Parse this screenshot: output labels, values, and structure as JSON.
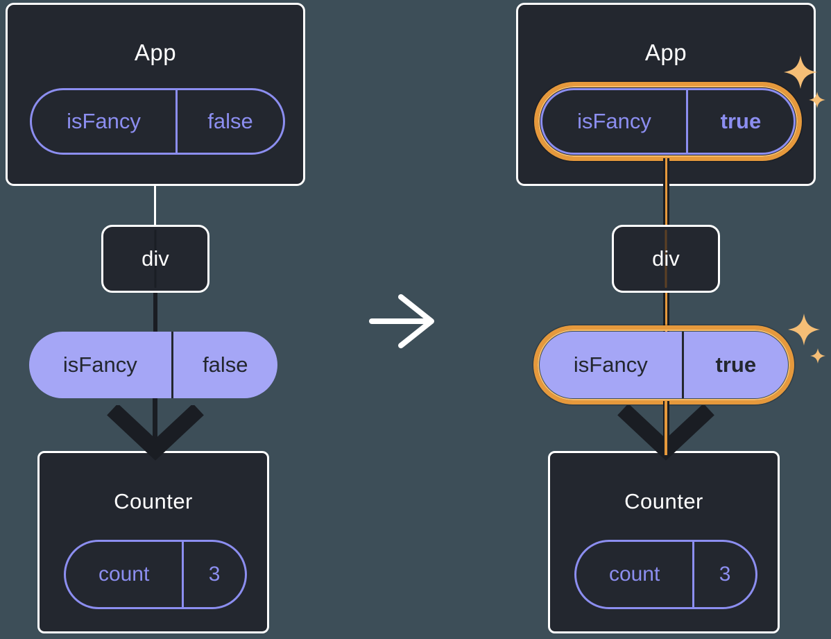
{
  "canvas": {
    "background": "#3D4E58"
  },
  "colors": {
    "bg": "#3D4E58",
    "box_fill": "#23272F",
    "box_border": "#FFFFFF",
    "purple": "#8C8EF0",
    "pill_fill": "#A5A6F6",
    "pill_dark_text": "#23272F",
    "orange": "#E6993C",
    "orange_light": "#F6BC69",
    "sparkle": "#F5BE76",
    "line_dark": "#1A1D23",
    "line_white": "#FFFFFF",
    "title_text": "#FFFFFF"
  },
  "icons": {
    "between_diagrams": "right-arrow-icon",
    "highlight": "sparkle-icon"
  },
  "left_diagram": {
    "app": {
      "title": "App",
      "state_name": "isFancy",
      "state_value": "false"
    },
    "div_node": {
      "title": "div"
    },
    "prop": {
      "name": "isFancy",
      "value": "false"
    },
    "counter": {
      "title": "Counter",
      "state_name": "count",
      "state_value": "3"
    }
  },
  "right_diagram": {
    "app": {
      "title": "App",
      "state_name": "isFancy",
      "state_value": "true"
    },
    "div_node": {
      "title": "div"
    },
    "prop": {
      "name": "isFancy",
      "value": "true"
    },
    "counter": {
      "title": "Counter",
      "state_name": "count",
      "state_value": "3"
    }
  }
}
